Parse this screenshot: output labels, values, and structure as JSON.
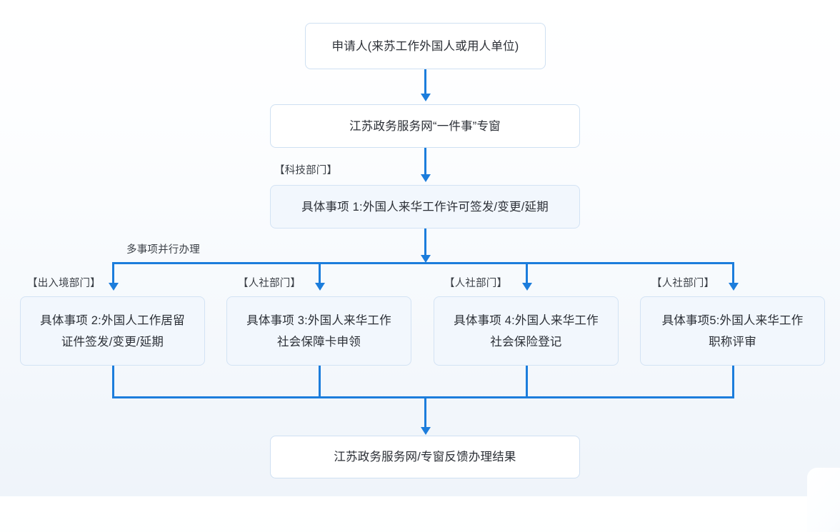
{
  "diagram": {
    "title_text": "",
    "accent_color": "#1c7ddc",
    "node_border_color": "#cfe0f2",
    "node_tint_color": "#f2f7fd",
    "nodes": [
      {
        "id": "applicant",
        "text": "申请人(来苏工作外国人或用人单位)"
      },
      {
        "id": "portal",
        "text": "江苏政务服务网“一件事”专窗"
      },
      {
        "id": "item1",
        "text": "具体事项 1:外国人来华工作许可签发/变更/延期"
      },
      {
        "id": "item2_line1",
        "text": "具体事项 2:外国人工作居留"
      },
      {
        "id": "item2_line2",
        "text": "证件签发/变更/延期"
      },
      {
        "id": "item3_line1",
        "text": "具体事项 3:外国人来华工作"
      },
      {
        "id": "item3_line2",
        "text": "社会保障卡申领"
      },
      {
        "id": "item4_line1",
        "text": "具体事项 4:外国人来华工作"
      },
      {
        "id": "item4_line2",
        "text": "社会保险登记"
      },
      {
        "id": "item5_line1",
        "text": "具体事项5:外国人来华工作"
      },
      {
        "id": "item5_line2",
        "text": "职称评审"
      },
      {
        "id": "result",
        "text": "江苏政务服务网/专窗反馈办理结果"
      }
    ],
    "labels": {
      "dept_tech": "【科技部门】",
      "parallel_note": "多事项并行办理",
      "dept_exit_entry": "【出入境部门】",
      "dept_hr_social_1": "【人社部门】",
      "dept_hr_social_2": "【人社部门】",
      "dept_hr_social_3": "【人社部门】"
    }
  }
}
